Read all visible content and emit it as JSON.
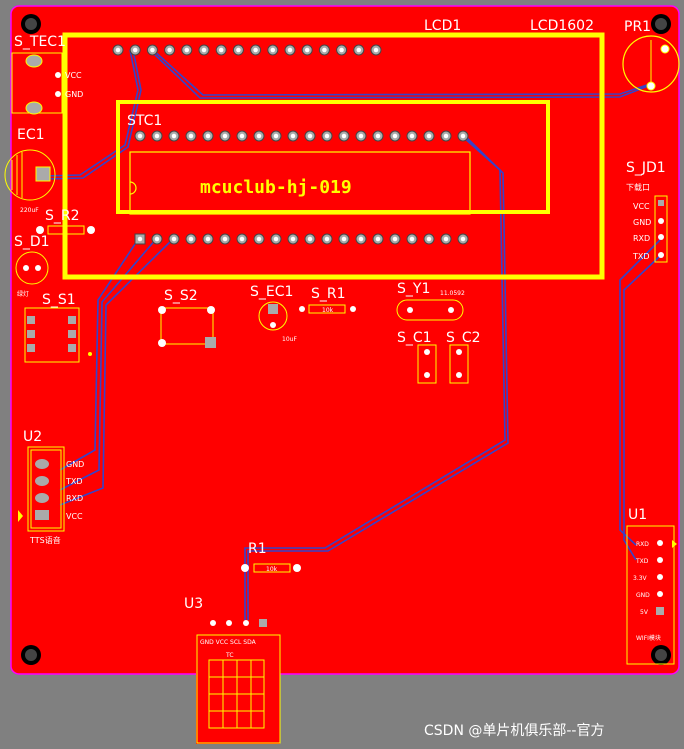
{
  "board": {
    "components": [
      {
        "id": "lcd1",
        "name": "LCD1"
      },
      {
        "id": "lcd1602",
        "name": "LCD1602"
      },
      {
        "id": "pr1",
        "name": "PR1"
      },
      {
        "id": "s_tec1",
        "name": "S_TEC1"
      },
      {
        "id": "ec1",
        "name": "EC1"
      },
      {
        "id": "stc1",
        "name": "STC1"
      },
      {
        "id": "s_r2",
        "name": "S_R2"
      },
      {
        "id": "s_d1",
        "name": "S_D1"
      },
      {
        "id": "s_s1",
        "name": "S_S1"
      },
      {
        "id": "s_s2",
        "name": "S_S2"
      },
      {
        "id": "s_ec1",
        "name": "S_EC1"
      },
      {
        "id": "s_r1",
        "name": "S_R1"
      },
      {
        "id": "s_y1",
        "name": "S_Y1"
      },
      {
        "id": "s_c1",
        "name": "S_C1"
      },
      {
        "id": "s_c2",
        "name": "S_C2"
      },
      {
        "id": "s_jd1",
        "name": "S_JD1"
      },
      {
        "id": "u2",
        "name": "U2"
      },
      {
        "id": "r1",
        "name": "R1"
      },
      {
        "id": "u3",
        "name": "U3"
      },
      {
        "id": "u1",
        "name": "U1"
      }
    ],
    "chip_label": "mcuclub-hj-019",
    "tec_pins": [
      "VCC",
      "GND"
    ],
    "jd1_title": "下载口",
    "jd1_pins": [
      "VCC",
      "GND",
      "RXD",
      "TXD"
    ],
    "u2_pins": [
      "GND",
      "TXD",
      "RXD",
      "VCC"
    ],
    "u2_caption": "TTS语音",
    "u1_pins": [
      "RXD",
      "TXD",
      "3.3V",
      "GND",
      "5V"
    ],
    "u1_caption": "WIFI模块",
    "ec1_value": "220uF",
    "d1_caption": "绿灯",
    "s_ec1_value": "10uF",
    "s_r1_value": "10k",
    "r1_value": "10k",
    "y1_value": "11.0592",
    "u3_pins": "GND VCC SCL SDA",
    "u3_caption": "TC",
    "watermark": "CSDN @单片机俱乐部--官方"
  }
}
